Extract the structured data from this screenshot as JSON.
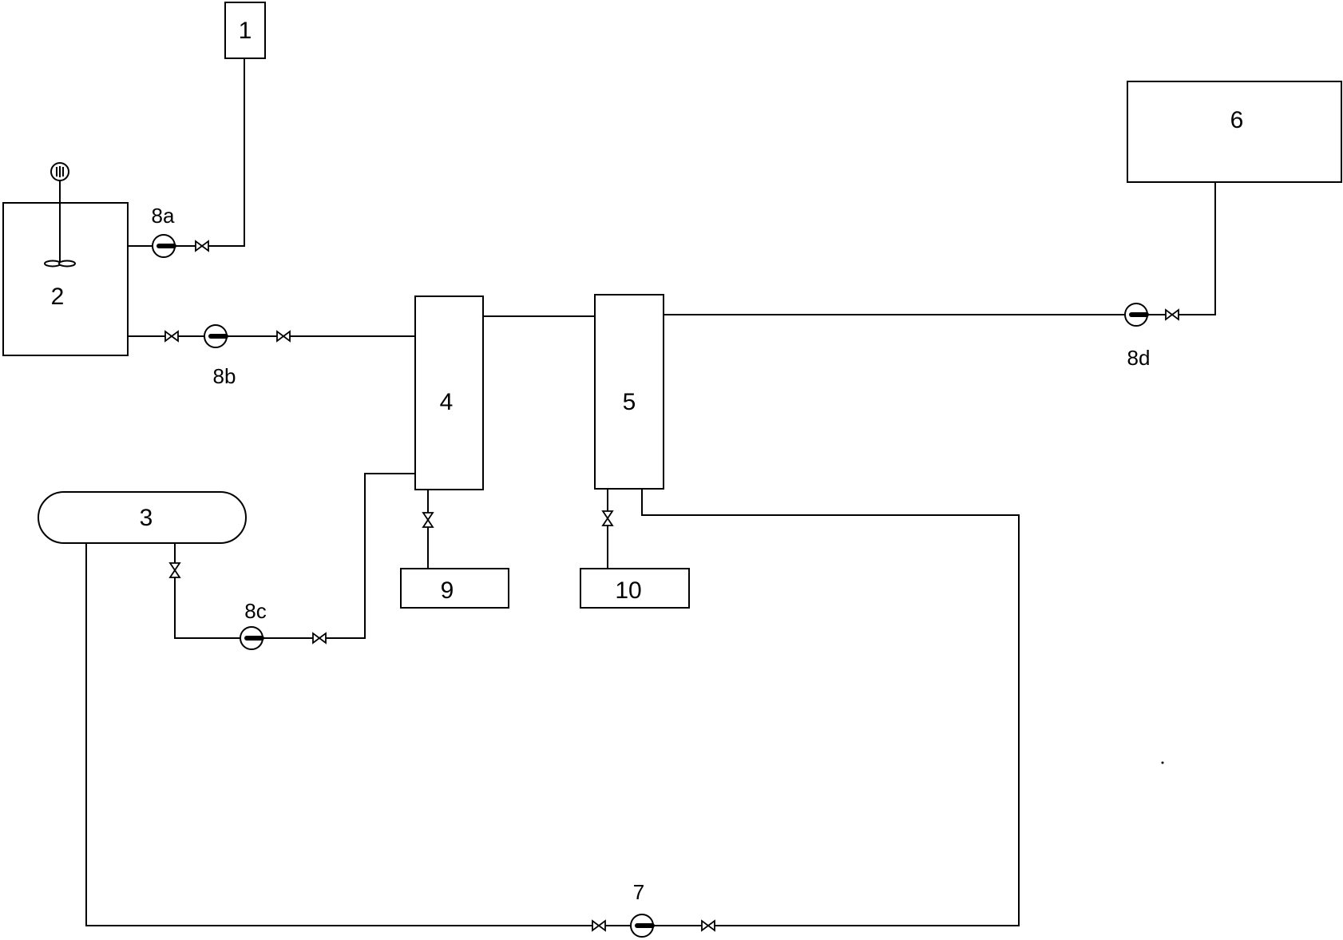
{
  "components": {
    "c1": "1",
    "c2": "2",
    "c3": "3",
    "c4": "4",
    "c5": "5",
    "c6": "6",
    "c9": "9",
    "c10": "10"
  },
  "pumps": {
    "p8a": "8a",
    "p8b": "8b",
    "p8c": "8c",
    "p8d": "8d",
    "p7": "7"
  }
}
